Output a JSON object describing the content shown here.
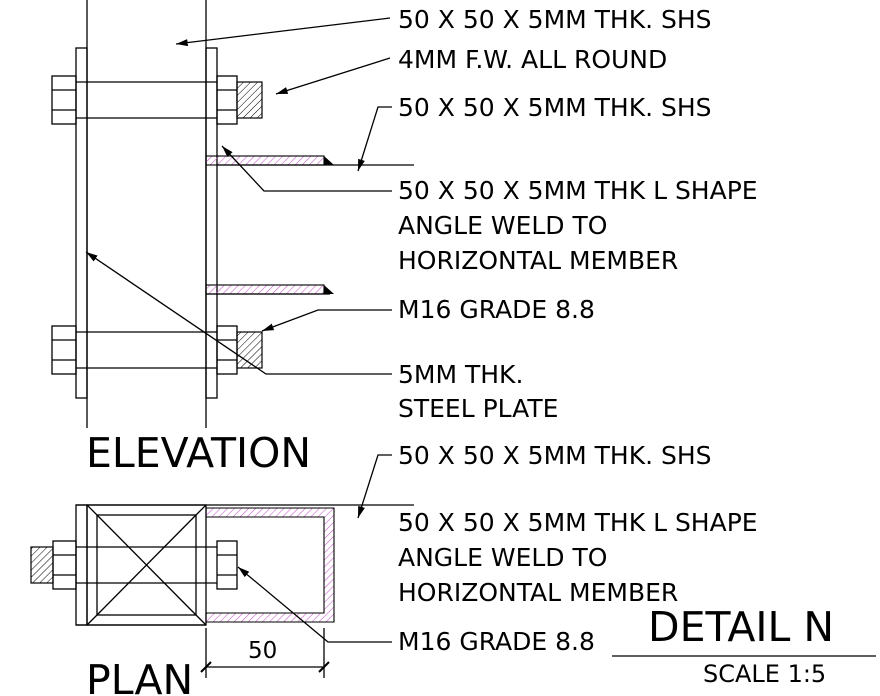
{
  "labels": {
    "elevation": "ELEVATION",
    "plan": "PLAN",
    "detail_title": "DETAIL N",
    "scale": "SCALE  1:5",
    "dimension": "50"
  },
  "elevation_notes": [
    "50 X 50 X 5MM THK. SHS",
    "4MM F.W. ALL ROUND",
    "50 X 50 X 5MM THK. SHS",
    "50 X 50 X 5MM THK L SHAPE",
    "ANGLE WELD TO",
    "HORIZONTAL MEMBER",
    "M16 GRADE 8.8",
    "5MM THK.",
    "STEEL PLATE"
  ],
  "plan_notes": [
    "50 X 50 X 5MM THK. SHS",
    "50 X 50 X 5MM THK L SHAPE",
    "ANGLE WELD TO",
    "HORIZONTAL MEMBER",
    "M16 GRADE 8.8"
  ],
  "colors": {
    "line": "#000000",
    "weld_hatch": "#cc55cc"
  }
}
